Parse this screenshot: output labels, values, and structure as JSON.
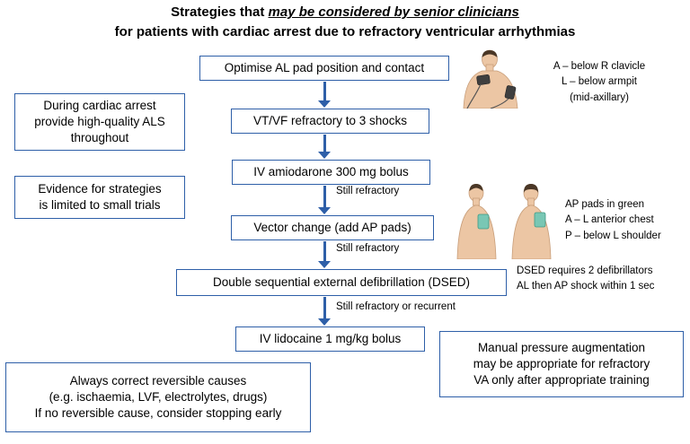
{
  "colors": {
    "accent": "#2e5fa8",
    "pad_dark": "#3f3f3f",
    "pad_green": "#79c7b4"
  },
  "title": {
    "prefix": "Strategies that ",
    "emphasis": "may be considered by senior clinicians",
    "line2": "for patients with cardiac arrest due to refractory ventricular arrhythmias"
  },
  "flow": {
    "steps": [
      "Optimise AL pad position and contact",
      "VT/VF refractory to 3 shocks",
      "IV amiodarone 300 mg bolus",
      "Vector change (add AP pads)",
      "Double sequential external defibrillation (DSED)",
      "IV lidocaine 1 mg/kg bolus"
    ],
    "arrow_labels": {
      "after_amiodarone": "Still refractory",
      "after_vector_change": "Still refractory",
      "after_dsed": "Still refractory or recurrent"
    }
  },
  "notes": {
    "als": [
      "During cardiac arrest",
      "provide high-quality ALS",
      "throughout"
    ],
    "evidence": [
      "Evidence for strategies",
      "is limited to small trials"
    ],
    "reversible": [
      "Always correct reversible causes",
      "(e.g. ischaemia, LVF, electrolytes, drugs)",
      "If no reversible cause, consider stopping early"
    ],
    "manual_pressure": [
      "Manual pressure augmentation",
      "may be appropriate for refractory",
      "VA only after appropriate training"
    ]
  },
  "annotations": {
    "al_pads": [
      "A – below R clavicle",
      "L – below armpit",
      "(mid-axillary)"
    ],
    "ap_pads": [
      "AP pads in green",
      "A – L anterior chest",
      "P – below L shoulder"
    ],
    "dsed": [
      "DSED requires 2 defibrillators",
      "AL then AP shock within 1 sec"
    ]
  },
  "icons": {
    "al_illustration": "torso-with-al-pads",
    "ap_illustration": "torsos-with-ap-pads"
  }
}
